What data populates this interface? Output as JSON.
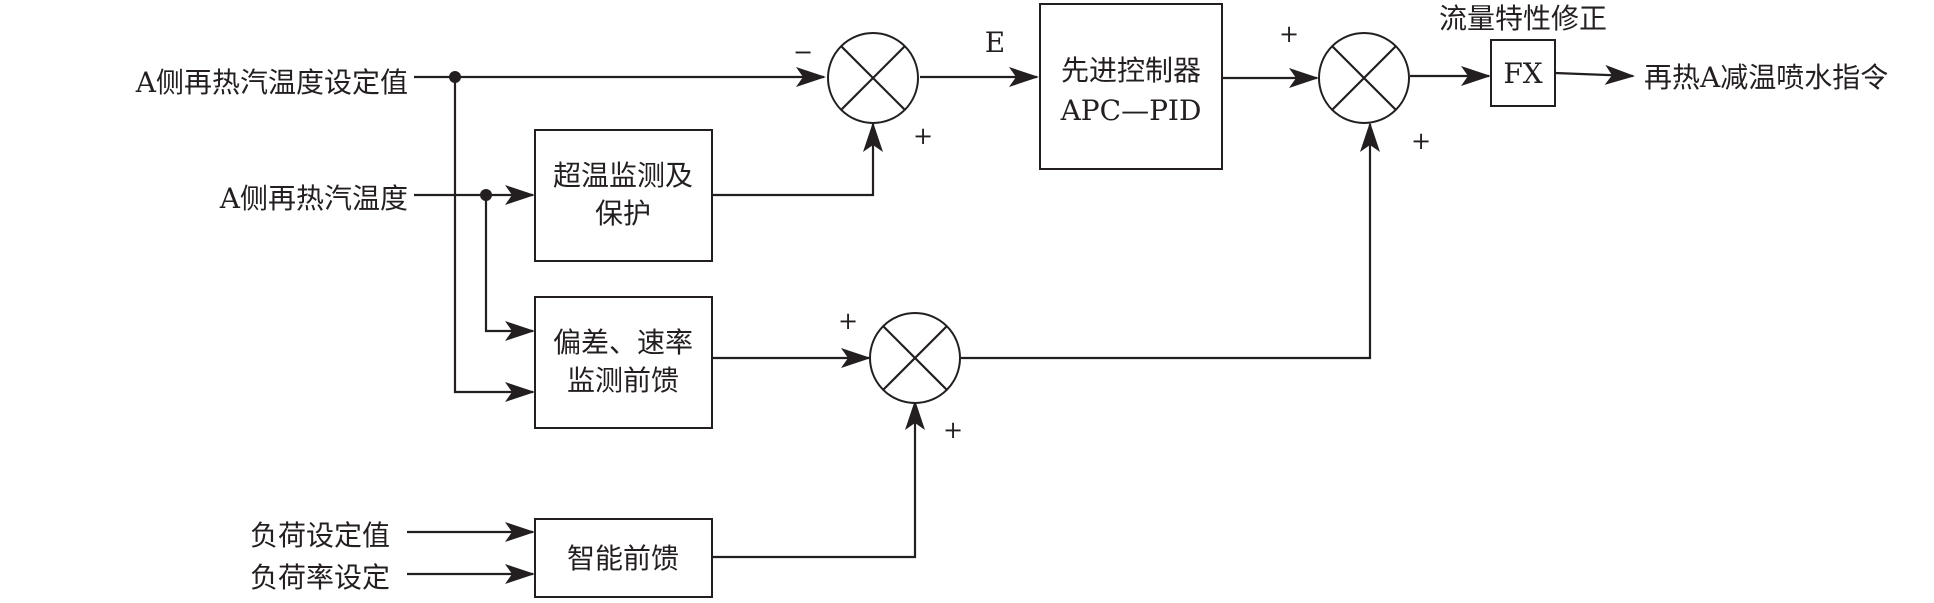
{
  "inputs": {
    "setpoint": "A侧再热汽温度设定值",
    "temperature": "A侧再热汽温度",
    "load_setpoint": "负荷设定值",
    "load_rate": "负荷率设定"
  },
  "blocks": {
    "overtemp": [
      "超温监测及",
      "保护"
    ],
    "deviation": [
      "偏差、速率",
      "监测前馈"
    ],
    "smart_ff": "智能前馈",
    "apc": [
      "先进控制器",
      "APC—PID"
    ],
    "fx": "FX"
  },
  "labels": {
    "error": "E",
    "flow_correction": "流量特性修正",
    "output": "再热A减温喷水指令"
  },
  "signs": {
    "sum1_top": "−",
    "sum1_bottom": "+",
    "sum2_top": "+",
    "sum2_bottom": "+",
    "sum3_top": "+",
    "sum3_bottom": "+"
  }
}
